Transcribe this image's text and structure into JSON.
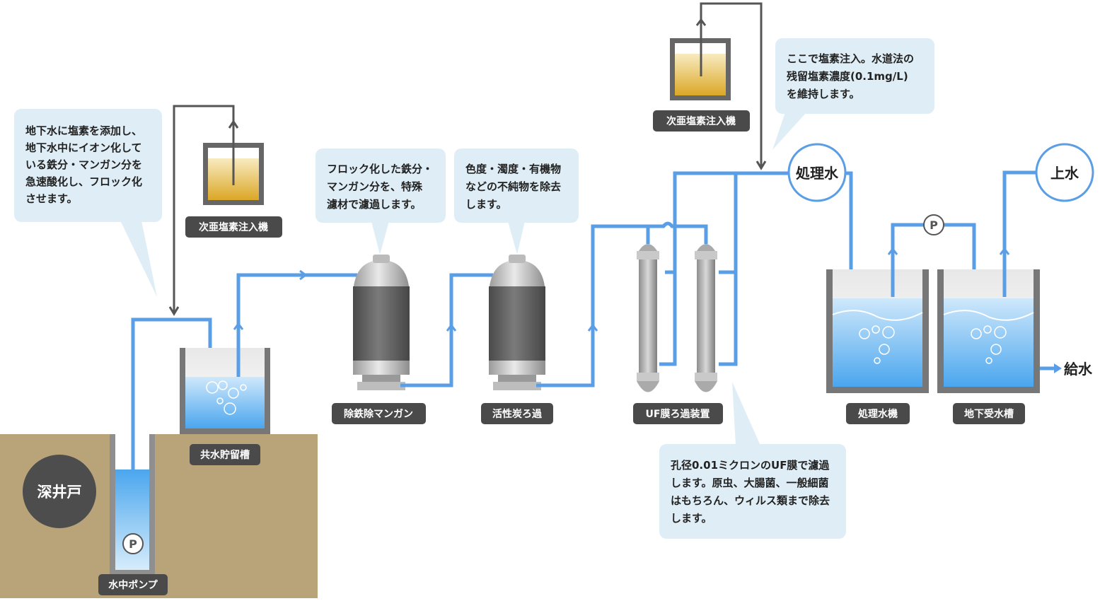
{
  "colors": {
    "pipe": "#5a9ee6",
    "pipe_dark": "#555555",
    "label_bg": "#4a4a4a",
    "callout_bg": "#dfeef6",
    "ground": "#b9a47a",
    "water_top": "#bfe0fa",
    "water_bottom": "#4aa6ee",
    "chem_top": "#f8ebc0",
    "chem_bottom": "#dba726"
  },
  "well": {
    "label": "深井戸"
  },
  "callouts": {
    "chlorine_oxidation": [
      "地下水に塩素を添加し、",
      "地下水中にイオン化して",
      "いる鉄分・マンガン分を",
      "急速酸化し、フロック化",
      "させます。"
    ],
    "iron_filter": [
      "フロック化した鉄分・",
      "マンガン分を、特殊",
      "濾材で濾過します。"
    ],
    "carbon_filter": [
      "色度・濁度・有機物",
      "などの不純物を除去",
      "します。"
    ],
    "uf_membrane": [
      "孔径0.01ミクロンのUF膜で濾過",
      "します。原虫、大腸菌、一般細菌",
      "はもちろん、ウィルス類まで除去",
      "します。"
    ],
    "residual_chlorine": [
      "ここで塩素注入。水道法の",
      "残留塩素濃度(0.1mg/L)",
      "を維持します。"
    ]
  },
  "labels": {
    "pump": "水中ポンプ",
    "chlorinator_1": "次亜塩素注入機",
    "chlorinator_2": "次亜塩素注入機",
    "storage_tank": "共水貯留槽",
    "iron_removal": "除鉄除マンガン",
    "activated_carbon": "活性炭ろ過",
    "uf_unit": "UF膜ろ過装置",
    "treated_tank": "処理水機",
    "underground_tank": "地下受水槽"
  },
  "circles": {
    "treated_water": "処理水",
    "elevated_water": "上水"
  },
  "pump_symbol": "P",
  "supply": "給水"
}
